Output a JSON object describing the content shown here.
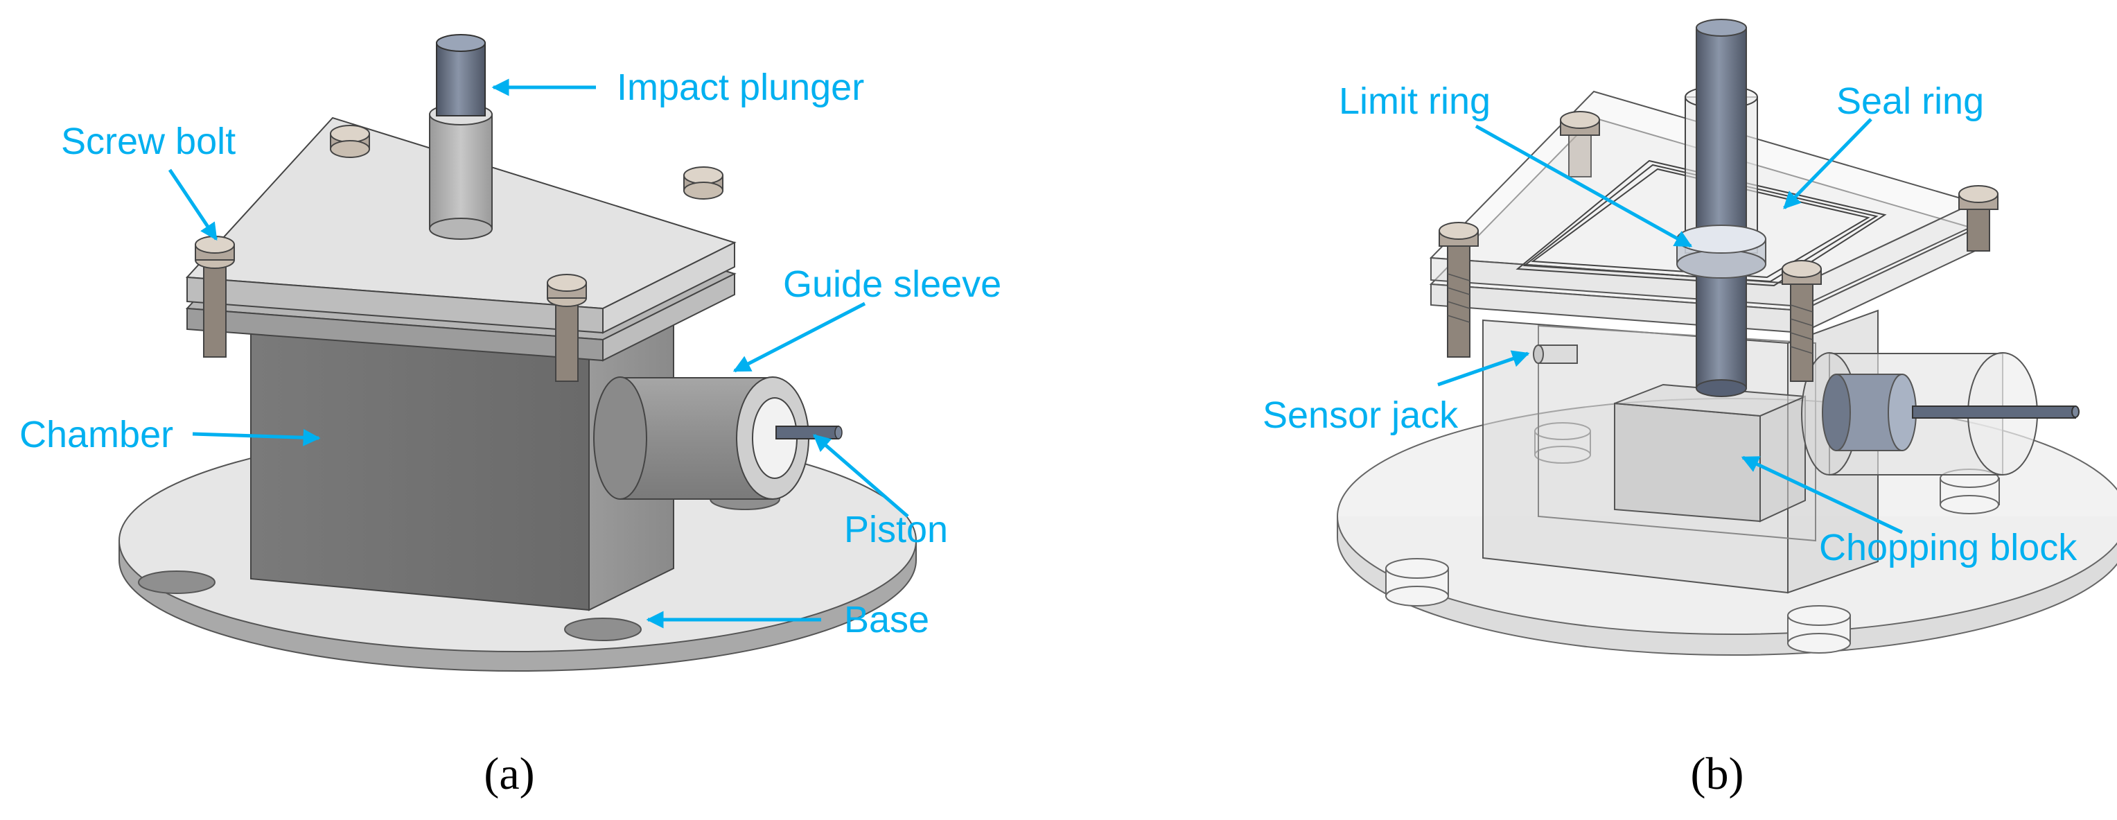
{
  "panels": [
    {
      "id": "a",
      "label": "(a)",
      "callouts": {
        "impact_plunger": "Impact plunger",
        "screw_bolt": "Screw bolt",
        "guide_sleeve": "Guide sleeve",
        "chamber": "Chamber",
        "piston": "Piston",
        "base": "Base"
      }
    },
    {
      "id": "b",
      "label": "(b)",
      "callouts": {
        "limit_ring": "Limit ring",
        "seal_ring": "Seal ring",
        "sensor_jack": "Sensor jack",
        "chopping_block": "Chopping block"
      }
    }
  ],
  "colors": {
    "callout": "#00b0f0",
    "metal_dark": "#6f6f6f",
    "metal_light": "#d8d8d8",
    "plunger": "#6a7588",
    "bolt": "#b2a79c"
  }
}
